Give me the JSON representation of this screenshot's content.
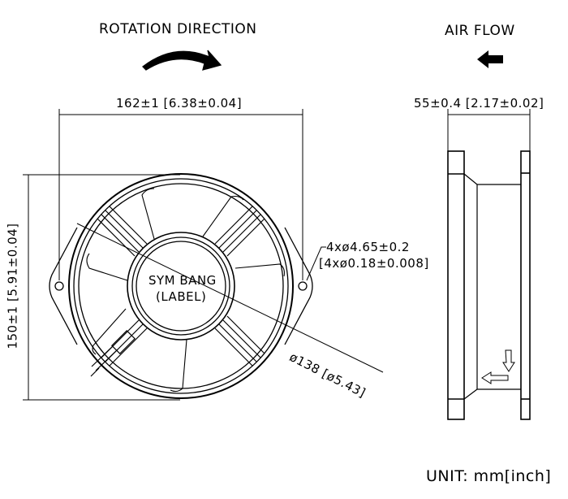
{
  "titles": {
    "rotation": "ROTATION DIRECTION",
    "airflow": "AIR FLOW"
  },
  "dimensions": {
    "width": "162±1 [6.38±0.04]",
    "height": "150±1 [5.91±0.04]",
    "depth": "55±0.4 [2.17±0.02]",
    "diameter": "ø138 [ø5.43]",
    "holes_mm": "4xø4.65±0.2",
    "holes_inch": "[4xø0.18±0.008]"
  },
  "label": {
    "line1": "SYM BANG",
    "line2": "(LABEL)"
  },
  "unit": "UNIT: mm[inch]"
}
